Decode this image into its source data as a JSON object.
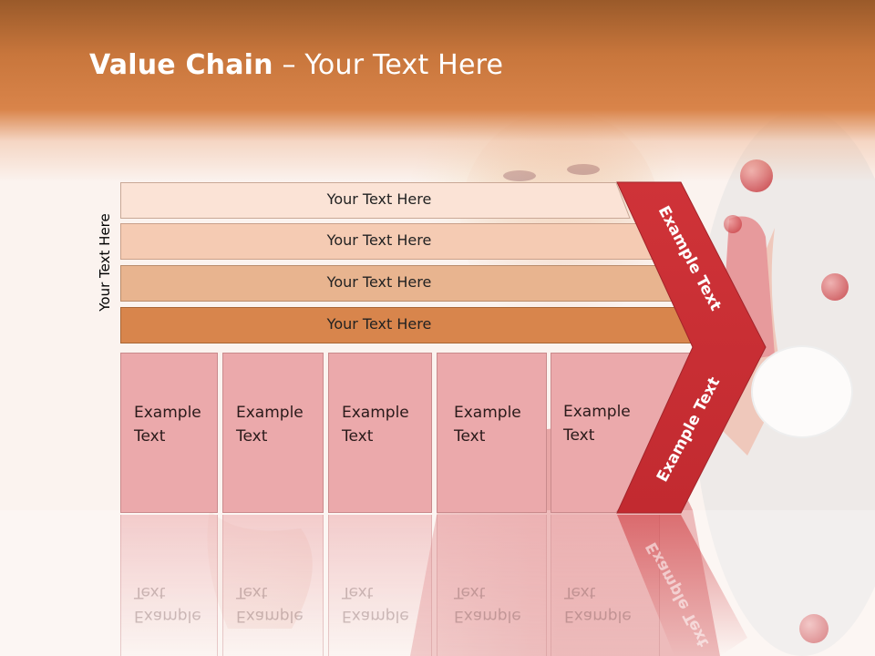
{
  "title": {
    "bold": "Value Chain",
    "rest": " – Your Text Here"
  },
  "side_label": "Your Text Here",
  "bars": [
    {
      "label": "Your Text Here",
      "color": "#fbe3d6"
    },
    {
      "label": "Your Text Here",
      "color": "#f5cbb3"
    },
    {
      "label": "Your Text Here",
      "color": "#e8b48f"
    },
    {
      "label": "Your Text Here",
      "color": "#d8854c"
    }
  ],
  "boxes": [
    {
      "line1": "Example",
      "line2": "Text"
    },
    {
      "line1": "Example",
      "line2": "Text"
    },
    {
      "line1": "Example",
      "line2": "Text"
    },
    {
      "line1": "Example",
      "line2": "Text"
    },
    {
      "line1": "Example",
      "line2": "Text"
    }
  ],
  "chevron": {
    "upper_label": "Example Text",
    "lower_label": "Example Text",
    "color": "#cc3035"
  },
  "colors": {
    "header": "#c8763c",
    "box_fill": "#eba9ab"
  }
}
